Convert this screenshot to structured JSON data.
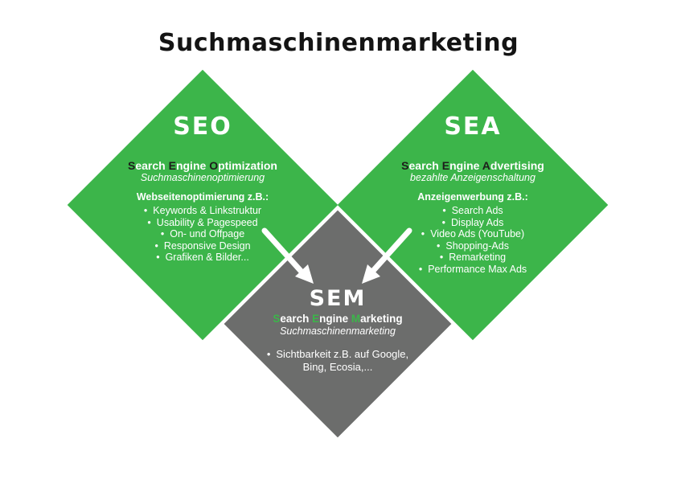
{
  "title": "Suchmaschinenmarketing",
  "colors": {
    "green": "#3cb54a",
    "gray": "#6c6d6c",
    "dark_initials": "#1d1d1b",
    "text": "#ffffff"
  },
  "seo": {
    "abbr": "SEO",
    "name_parts": {
      "i1": "S",
      "t1": "earch ",
      "i2": "E",
      "t2": "ngine ",
      "i3": "O",
      "t3": "ptimization"
    },
    "subtitle": "Suchmaschinenoptimierung",
    "list_title": "Webseitenoptimierung z.B.:",
    "items": [
      "Keywords & Linkstruktur",
      "Usability & Pagespeed",
      "On- und Offpage",
      "Responsive Design",
      "Grafiken & Bilder..."
    ]
  },
  "sea": {
    "abbr": "SEA",
    "name_parts": {
      "i1": "S",
      "t1": "earch ",
      "i2": "E",
      "t2": "ngine ",
      "i3": "A",
      "t3": "dvertising"
    },
    "subtitle": "bezahlte Anzeigenschaltung",
    "list_title": "Anzeigenwerbung z.B.:",
    "items": [
      "Search Ads",
      "Display Ads",
      "Video Ads (YouTube)",
      "Shopping-Ads",
      "Remarketing",
      "Performance Max Ads"
    ]
  },
  "sem": {
    "abbr": "SEM",
    "name_parts": {
      "i1": "S",
      "t1": "earch ",
      "i2": "E",
      "t2": "ngine ",
      "i3": "M",
      "t3": "arketing"
    },
    "subtitle": "Suchmaschinenmarketing",
    "items": [
      "Sichtbarkeit z.B. auf Google, Bing, Ecosia,..."
    ]
  }
}
